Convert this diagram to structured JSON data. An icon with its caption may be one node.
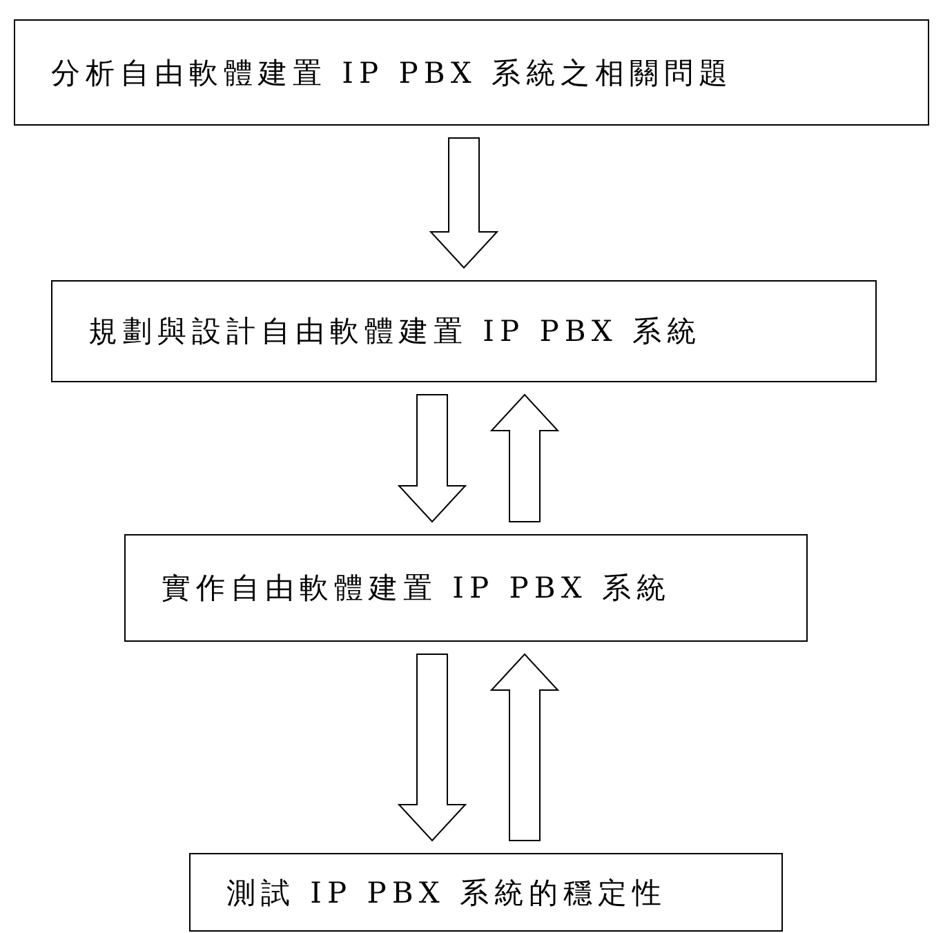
{
  "diagram": {
    "nodes": [
      {
        "text": [
          "分析自由軟體建置 IP PBX 系統之相關問題"
        ]
      },
      {
        "text": [
          "規劃與設計自由軟體建置 IP PBX 系統"
        ]
      },
      {
        "text": [
          "實作自由軟體建置 IP PBX 系統"
        ]
      },
      {
        "text": [
          "測試 IP PBX 系統的穩定性"
        ]
      }
    ],
    "edges": [
      {
        "from": 0,
        "to": 1,
        "arrow": "to"
      },
      {
        "from": 1,
        "to": 2,
        "arrow": "to"
      },
      {
        "from": 2,
        "to": 1,
        "arrow": "to"
      },
      {
        "from": 2,
        "to": 3,
        "arrow": "to"
      },
      {
        "from": 3,
        "to": 2,
        "arrow": "to"
      }
    ]
  }
}
